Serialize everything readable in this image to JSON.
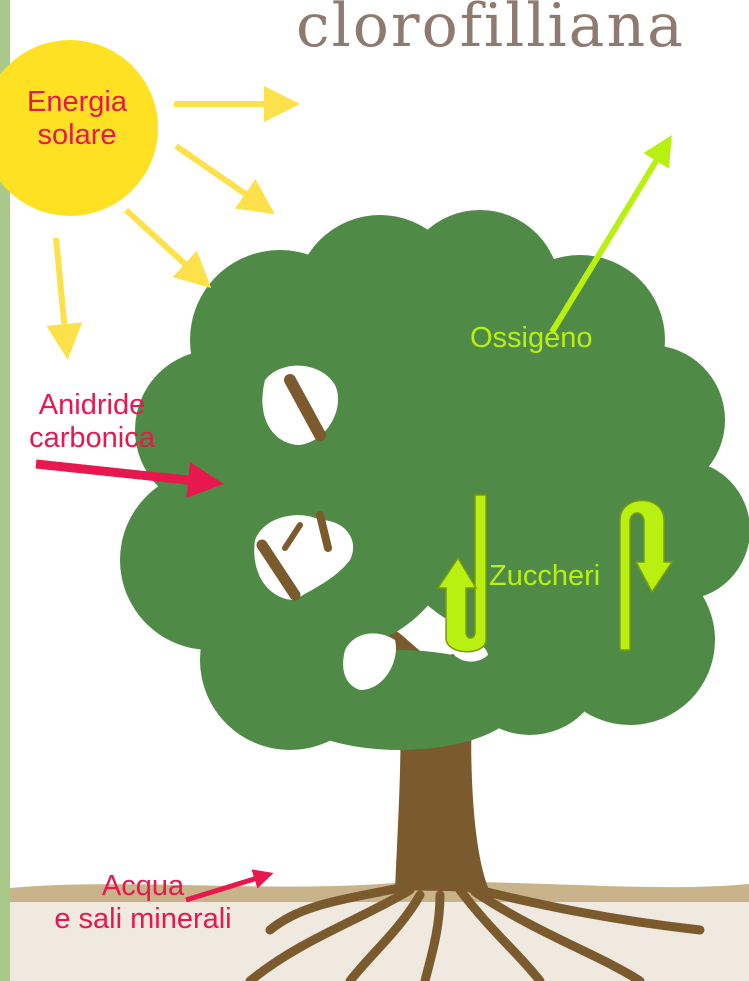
{
  "title": "clorofilliana",
  "labels": {
    "energy_line1": "Energia",
    "energy_line2": "solare",
    "co2_line1": "Anidride",
    "co2_line2": "carbonica",
    "oxygen": "Ossigeno",
    "sugars": "Zuccheri",
    "water_line1": "Acqua",
    "water_line2": "e sali minerali"
  },
  "colors": {
    "sun": "#fde122",
    "sun_arrow": "#fde14a",
    "foliage": "#4f8a47",
    "trunk": "#7b5a2e",
    "soil": "#efe9df",
    "red_arrow": "#e8174d",
    "green_arrow": "#b8f011"
  }
}
